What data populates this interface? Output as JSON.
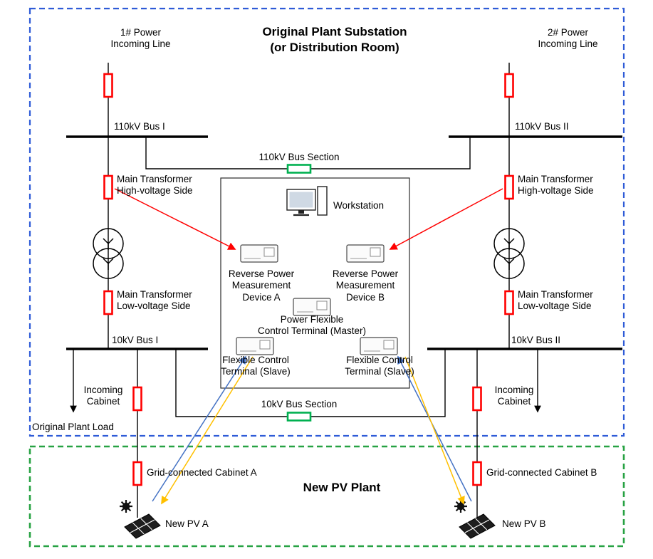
{
  "diagram": {
    "title": "Original Plant Substation\n(or Distribution Room)",
    "pv_plant_title": "New PV Plant",
    "labels": {
      "incoming_line_1": "1# Power\nIncoming Line",
      "incoming_line_2": "2# Power\nIncoming Line",
      "bus_110_1": "110kV Bus I",
      "bus_110_2": "110kV Bus II",
      "bus_section_110": "110kV Bus Section",
      "main_tx_hv_left": "Main Transformer\nHigh-voltage Side",
      "main_tx_hv_right": "Main Transformer\nHigh-voltage Side",
      "main_tx_lv_left": "Main Transformer\nLow-voltage Side",
      "main_tx_lv_right": "Main Transformer\nLow-voltage Side",
      "bus_10_1": "10kV Bus I",
      "bus_10_2": "10kV Bus II",
      "bus_section_10": "10kV Bus Section",
      "incoming_cabinet_left": "Incoming\nCabinet",
      "incoming_cabinet_right": "Incoming\nCabinet",
      "original_plant_load": "Original Plant Load",
      "grid_cabinet_a": "Grid-connected Cabinet A",
      "grid_cabinet_b": "Grid-connected Cabinet B",
      "new_pv_a": "New PV A",
      "new_pv_b": "New PV B",
      "workstation": "Workstation",
      "device_a": "Reverse Power\nMeasurement\nDevice A",
      "device_b": "Reverse Power\nMeasurement\nDevice B",
      "master_terminal": "Power Flexible\nControl Terminal (Master)",
      "slave_terminal_left": "Flexible Control\nTerminal (Slave)",
      "slave_terminal_right": "Flexible Control\nTerminal (Slave)"
    },
    "colors": {
      "line": "#000000",
      "substation_border": "#2e5bd7",
      "pv_border": "#27a243",
      "breaker_red": "#ff0000",
      "breaker_green": "#00b050",
      "arrow_red": "#ff0000",
      "arrow_blue": "#4472c4",
      "arrow_yellow": "#ffc000"
    }
  }
}
